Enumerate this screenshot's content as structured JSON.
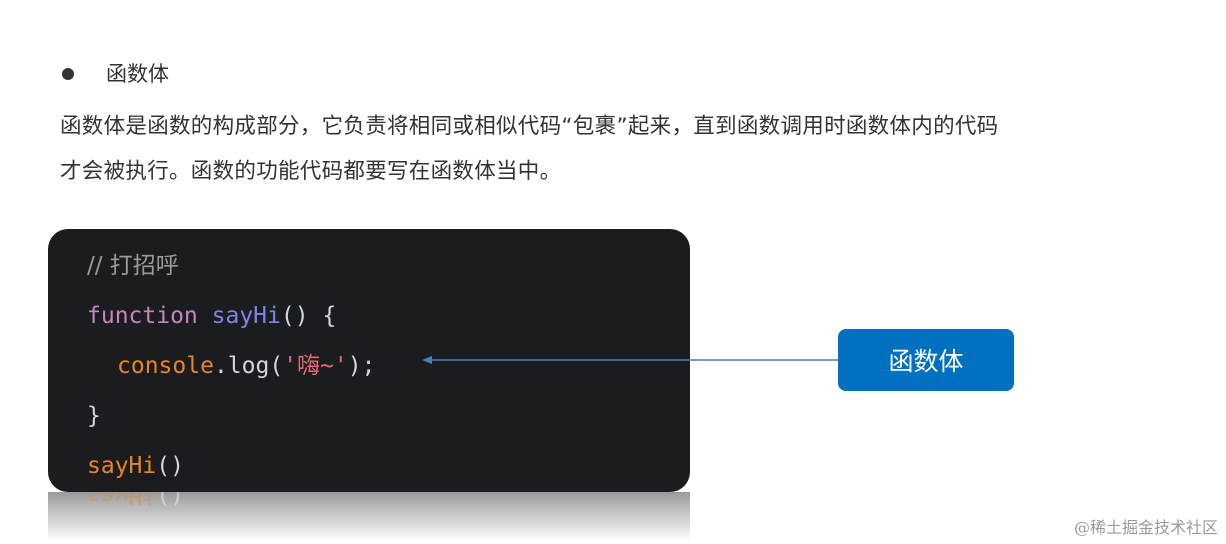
{
  "heading": "函数体",
  "paragraph": [
    "函数体是函数的构成部分，它负责将相同或相似代码“包裹”起来，直到函数调用时函数体内的代码",
    "才会被执行。函数的功能代码都要写在函数体当中。"
  ],
  "code": {
    "comment": "// 打招呼",
    "keyword": "function",
    "fname": "sayHi",
    "parens": "()",
    "brace_open": " {",
    "obj": "console",
    "dot_log": ".log(",
    "str": "'嗨~'",
    "end": ");",
    "brace_close": "}",
    "call": "sayHi",
    "call_parens": "()"
  },
  "callout_label": "函数体",
  "watermark": "@稀土掘金技术社区",
  "colors": {
    "code_bg": "#1b1c1f",
    "keyword": "#c586c0",
    "function_name": "#7f84e8",
    "console": "#e8842a",
    "string": "#e06c6c",
    "label_bg": "#0070c0"
  }
}
